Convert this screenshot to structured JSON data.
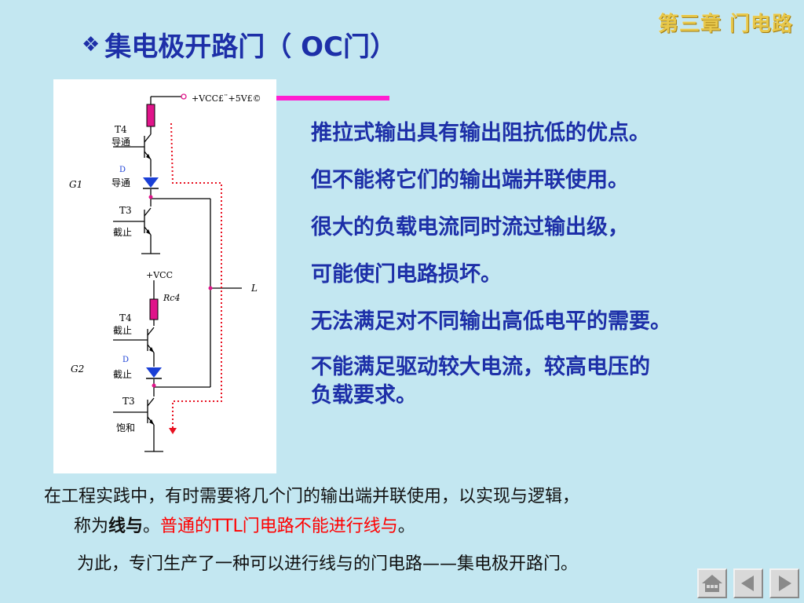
{
  "header": {
    "chapter": "第三章 门电路",
    "title": "集电极开路门（ OC门）"
  },
  "circuit": {
    "vcc_top": "+VCC£¨+5V£©",
    "vcc_bottom": "+VCC",
    "g1": "G1",
    "g2": "G2",
    "t4": "T4",
    "t3": "T3",
    "d": "D",
    "rc4": "Rc4",
    "load": "L",
    "g1_t4_state": "导通",
    "g1_d_state": "导通",
    "g1_t3_state": "截止",
    "g2_t4_state": "截止",
    "g2_d_state": "截止",
    "g2_t3_state": "饱和"
  },
  "points": [
    "推拉式输出具有输出阻抗低的优点。",
    "但不能将它们的输出端并联使用。",
    "很大的负载电流同时流过输出级，",
    "可能使门电路损坏。",
    "无法满足对不同输出高低电平的需要。",
    "不能满足驱动较大电流，较高电压的",
    "负载要求。"
  ],
  "body": {
    "line1": "在工程实践中，有时需要将几个门的输出端并联使用，以实现与逻辑，",
    "line2_pre": "称为",
    "line2_bold": "线与",
    "line2_sep": "。",
    "line2_red": "普通的TTL门电路不能进行线与",
    "line2_end": "。",
    "line3": "为此，专门生产了一种可以进行线与的门电路——集电极开路门。"
  },
  "nav": {
    "home": "home-icon",
    "prev": "prev-icon",
    "next": "next-icon"
  },
  "colors": {
    "background": "#c3e7f1",
    "title_blue": "#1d2fa8",
    "accent_magenta": "#ff1fd0",
    "resistor_magenta": "#e0148a",
    "diode_blue": "#1a3fd6",
    "current_red": "#e81020",
    "chapter_gold": "#e8c84a"
  }
}
